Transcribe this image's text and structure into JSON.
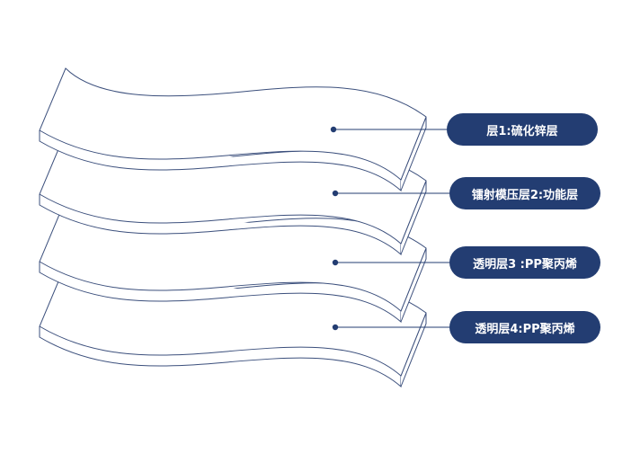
{
  "colors": {
    "outline": "#3b4f7c",
    "accent": "#233d72",
    "background": "#ffffff",
    "label_text": "#ffffff"
  },
  "layers": [
    {
      "label": "层1:硫化锌层"
    },
    {
      "label": "镭射模压层2:功能层"
    },
    {
      "label": "透明层3 :PP聚丙烯"
    },
    {
      "label": "透明层4:PP聚丙烯"
    }
  ]
}
